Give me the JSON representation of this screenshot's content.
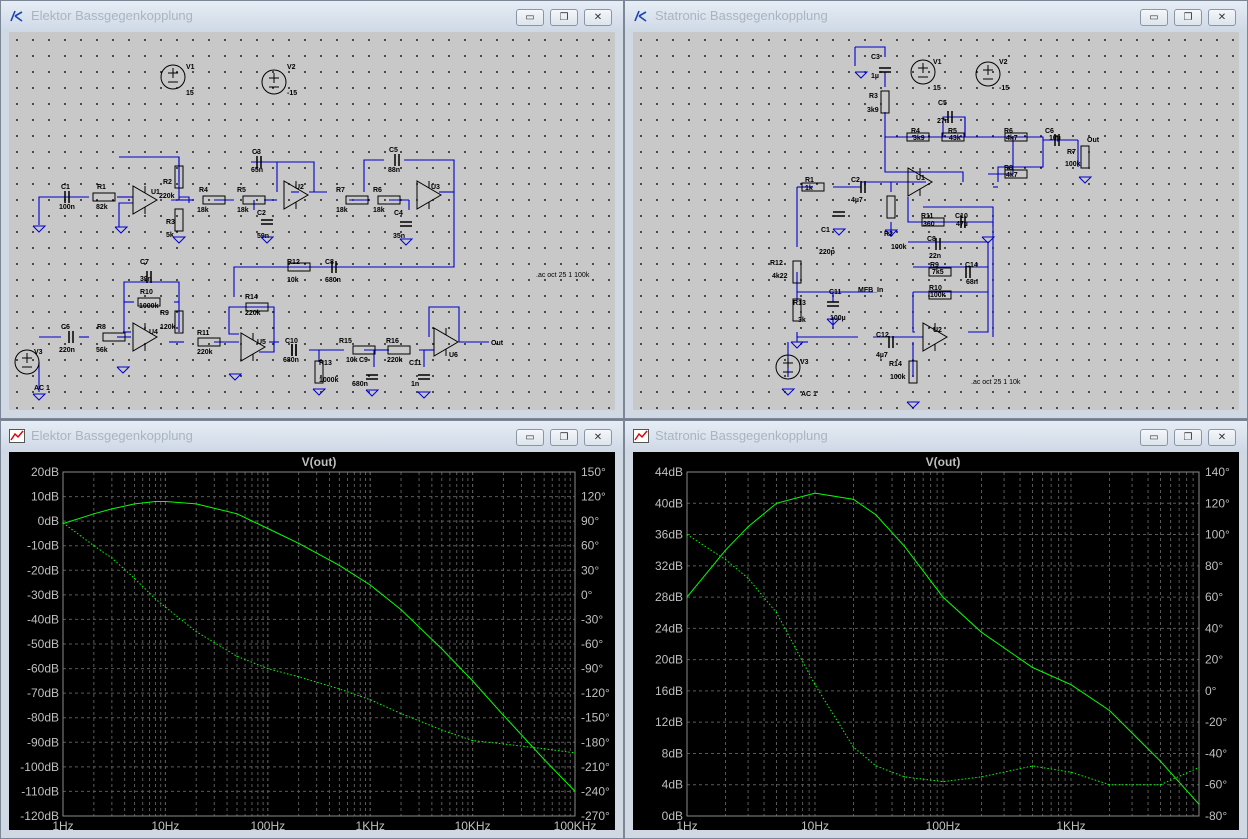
{
  "windows": {
    "w1": {
      "title": "Elektor Bassgegenkopplung",
      "buttons": [
        "▭",
        "❐",
        "✕"
      ]
    },
    "w2": {
      "title": "Statronic Bassgegenkopplung",
      "buttons": [
        "▭",
        "❐",
        "✕"
      ]
    },
    "w3": {
      "title": "Elektor Bassgegenkopplung",
      "buttons": [
        "▭",
        "❐",
        "✕"
      ]
    },
    "w4": {
      "title": "Statronic Bassgegenkopplung",
      "buttons": [
        "▭",
        "❐",
        "✕"
      ]
    }
  },
  "schematic1": {
    "directive": ".ac oct 25 1 100k",
    "labels": [
      {
        "t": "V1"
      },
      {
        "t": "15"
      },
      {
        "t": "V2"
      },
      {
        "t": "-15"
      },
      {
        "t": "C1"
      },
      {
        "t": "100n"
      },
      {
        "t": "R1"
      },
      {
        "t": "82k"
      },
      {
        "t": "U1"
      },
      {
        "t": "R2"
      },
      {
        "t": "220k"
      },
      {
        "t": "R3"
      },
      {
        "t": "5k"
      },
      {
        "t": "R4"
      },
      {
        "t": "18k"
      },
      {
        "t": "C3"
      },
      {
        "t": "65n"
      },
      {
        "t": "R5"
      },
      {
        "t": "18k"
      },
      {
        "t": "C2"
      },
      {
        "t": "59n"
      },
      {
        "t": "U2"
      },
      {
        "t": "R7"
      },
      {
        "t": "18k"
      },
      {
        "t": "C5"
      },
      {
        "t": "88n"
      },
      {
        "t": "R6"
      },
      {
        "t": "18k"
      },
      {
        "t": "C4"
      },
      {
        "t": "35n"
      },
      {
        "t": "U3"
      },
      {
        "t": "C7"
      },
      {
        "t": "39n"
      },
      {
        "t": "R10"
      },
      {
        "t": "1000k"
      },
      {
        "t": "R9"
      },
      {
        "t": "120k"
      },
      {
        "t": "U4"
      },
      {
        "t": "C6"
      },
      {
        "t": "220n"
      },
      {
        "t": "R8"
      },
      {
        "t": "56k"
      },
      {
        "t": "V3"
      },
      {
        "t": "AC 1"
      },
      {
        "t": "R12"
      },
      {
        "t": "10k"
      },
      {
        "t": "C8"
      },
      {
        "t": "680n"
      },
      {
        "t": "R11"
      },
      {
        "t": "220k"
      },
      {
        "t": "R14"
      },
      {
        "t": "220k"
      },
      {
        "t": "U5"
      },
      {
        "t": "C10"
      },
      {
        "t": "680n"
      },
      {
        "t": "R13"
      },
      {
        "t": "1000k"
      },
      {
        "t": "R15"
      },
      {
        "t": "10k"
      },
      {
        "t": "C9"
      },
      {
        "t": "680n"
      },
      {
        "t": "R16"
      },
      {
        "t": "220k"
      },
      {
        "t": "C11"
      },
      {
        "t": "1n"
      },
      {
        "t": "U6"
      },
      {
        "t": "Out"
      }
    ]
  },
  "schematic2": {
    "directive": ".ac oct 25 1 10k",
    "labels": [
      {
        "t": "C3"
      },
      {
        "t": "1µ"
      },
      {
        "t": "V1"
      },
      {
        "t": "15"
      },
      {
        "t": "V2"
      },
      {
        "t": "-15"
      },
      {
        "t": "R3"
      },
      {
        "t": "3k9"
      },
      {
        "t": "C5"
      },
      {
        "t": "27n"
      },
      {
        "t": "R4"
      },
      {
        "t": "3k9"
      },
      {
        "t": "R5"
      },
      {
        "t": "43k"
      },
      {
        "t": "R6"
      },
      {
        "t": "4k7"
      },
      {
        "t": "C6"
      },
      {
        "t": "10µ"
      },
      {
        "t": "Out"
      },
      {
        "t": "R7"
      },
      {
        "t": "100k"
      },
      {
        "t": "R8"
      },
      {
        "t": "4k7"
      },
      {
        "t": "U1"
      },
      {
        "t": "R1"
      },
      {
        "t": "1k"
      },
      {
        "t": "C2"
      },
      {
        "t": "4µ7"
      },
      {
        "t": "C1"
      },
      {
        "t": "220p"
      },
      {
        "t": "R2"
      },
      {
        "t": "100k"
      },
      {
        "t": "R11"
      },
      {
        "t": "360"
      },
      {
        "t": "C10"
      },
      {
        "t": "47µ"
      },
      {
        "t": "C8"
      },
      {
        "t": "22n"
      },
      {
        "t": "R9"
      },
      {
        "t": "7k5"
      },
      {
        "t": "C14"
      },
      {
        "t": "68n"
      },
      {
        "t": "R10"
      },
      {
        "t": "100k"
      },
      {
        "t": "R12"
      },
      {
        "t": "4k22"
      },
      {
        "t": "MFB_In"
      },
      {
        "t": "R13"
      },
      {
        "t": "3k"
      },
      {
        "t": "C11"
      },
      {
        "t": "100µ"
      },
      {
        "t": "C12"
      },
      {
        "t": "4µ7"
      },
      {
        "t": "U2"
      },
      {
        "t": "R14"
      },
      {
        "t": "100k"
      },
      {
        "t": "V3"
      },
      {
        "t": "AC 1"
      }
    ]
  },
  "plot1": {
    "trace_title": "V(out)",
    "left_ticks": [
      "20dB",
      "10dB",
      "0dB",
      "-10dB",
      "-20dB",
      "-30dB",
      "-40dB",
      "-50dB",
      "-60dB",
      "-70dB",
      "-80dB",
      "-90dB",
      "-100dB",
      "-110dB",
      "-120dB"
    ],
    "right_ticks": [
      "150°",
      "120°",
      "90°",
      "60°",
      "30°",
      "0°",
      "-30°",
      "-60°",
      "-90°",
      "-120°",
      "-150°",
      "-180°",
      "-210°",
      "-240°",
      "-270°"
    ],
    "x_ticks": [
      "1Hz",
      "10Hz",
      "100Hz",
      "1KHz",
      "10KHz",
      "100KHz"
    ],
    "colors": {
      "trace": "#00ff00",
      "grid": "#5a5a5a",
      "bg": "#000000"
    }
  },
  "plot2": {
    "trace_title": "V(out)",
    "left_ticks": [
      "44dB",
      "40dB",
      "36dB",
      "32dB",
      "28dB",
      "24dB",
      "20dB",
      "16dB",
      "12dB",
      "8dB",
      "4dB",
      "0dB"
    ],
    "right_ticks": [
      "140°",
      "120°",
      "100°",
      "80°",
      "60°",
      "40°",
      "20°",
      "0°",
      "-20°",
      "-40°",
      "-60°",
      "-80°"
    ],
    "x_ticks": [
      "1Hz",
      "10Hz",
      "100Hz",
      "1KHz"
    ],
    "colors": {
      "trace": "#00ff00",
      "grid": "#5a5a5a",
      "bg": "#000000"
    }
  },
  "chart_data": [
    {
      "type": "line",
      "title": "V(out)",
      "xscale": "log",
      "xlim": [
        1,
        100000
      ],
      "ylim": [
        -120,
        20
      ],
      "y2lim": [
        -270,
        150
      ],
      "grid": true,
      "series": [
        {
          "axis": "magnitude_dB",
          "style": "solid",
          "x": [
            1,
            2,
            3,
            5,
            8,
            10,
            20,
            50,
            100,
            200,
            500,
            1000,
            2000,
            5000,
            10000,
            20000,
            50000,
            100000
          ],
          "y": [
            -1,
            3,
            5,
            7,
            8,
            8,
            7,
            3,
            -3,
            -9,
            -18,
            -26,
            -36,
            -52,
            -65,
            -79,
            -97,
            -110
          ]
        },
        {
          "axis": "phase_deg",
          "style": "dotted",
          "x": [
            1,
            2,
            3,
            5,
            8,
            10,
            20,
            50,
            100,
            200,
            500,
            1000,
            2000,
            5000,
            10000,
            20000,
            50000,
            100000
          ],
          "y": [
            88,
            60,
            45,
            20,
            -5,
            -15,
            -45,
            -75,
            -90,
            -100,
            -115,
            -128,
            -145,
            -165,
            -178,
            -182,
            -188,
            -193
          ]
        }
      ]
    },
    {
      "type": "line",
      "title": "V(out)",
      "xscale": "log",
      "xlim": [
        1,
        10000
      ],
      "ylim": [
        0,
        44
      ],
      "y2lim": [
        -80,
        140
      ],
      "grid": true,
      "series": [
        {
          "axis": "magnitude_dB",
          "style": "solid",
          "x": [
            1,
            2,
            3,
            5,
            10,
            20,
            30,
            50,
            100,
            200,
            500,
            1000,
            2000,
            5000,
            10000
          ],
          "y": [
            28,
            34,
            37,
            40,
            41.3,
            40.5,
            38.5,
            34.5,
            28,
            23.5,
            19,
            16.8,
            13.5,
            7,
            1.5
          ]
        },
        {
          "axis": "phase_deg",
          "style": "dotted",
          "x": [
            1,
            2,
            3,
            5,
            10,
            20,
            30,
            50,
            100,
            200,
            500,
            1000,
            2000,
            5000,
            10000
          ],
          "y": [
            100,
            84,
            72,
            50,
            4,
            -36,
            -48,
            -55,
            -58,
            -55,
            -48,
            -52,
            -60,
            -60,
            -49
          ]
        }
      ]
    }
  ]
}
